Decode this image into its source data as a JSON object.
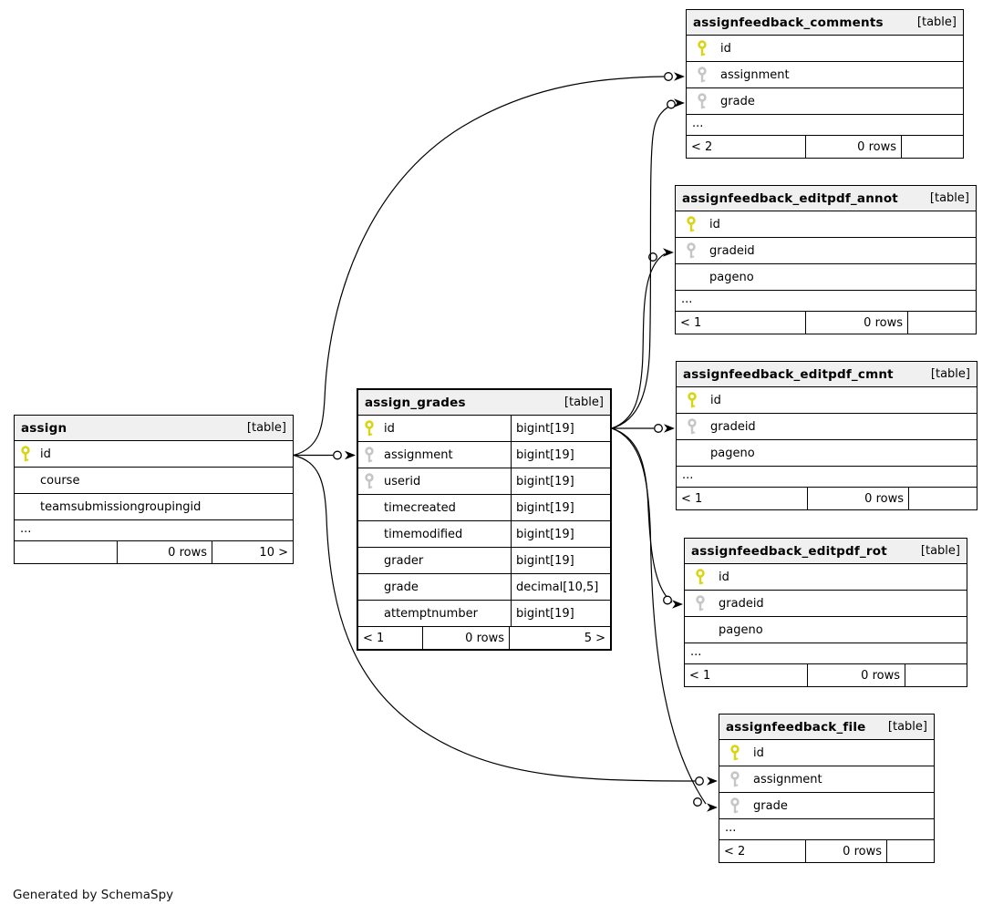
{
  "page": {
    "generator_note": "Generated by SchemaSpy",
    "colors": {
      "primary_key": "#d9d414",
      "foreign_key": "#c6c6c6",
      "table_header_bg": "#f0f0f0",
      "border": "#000000",
      "relationship_line": "#000000"
    }
  },
  "diagram": {
    "ellipsis_label": "...",
    "tables": [
      {
        "id": "assign",
        "name": "assign",
        "tag": "[table]",
        "emphasized": false,
        "has_ellipsis": true,
        "columns": [
          {
            "name": "id",
            "key": "pk"
          },
          {
            "name": "course",
            "key": null
          },
          {
            "name": "teamsubmissiongroupingid",
            "key": null
          }
        ],
        "footer": {
          "left": "",
          "center": "0 rows",
          "right": "10 >"
        }
      },
      {
        "id": "assign_grades",
        "name": "assign_grades",
        "tag": "[table]",
        "emphasized": true,
        "has_ellipsis": false,
        "columns": [
          {
            "name": "id",
            "key": "pk",
            "type": "bigint[19]"
          },
          {
            "name": "assignment",
            "key": "fk",
            "type": "bigint[19]"
          },
          {
            "name": "userid",
            "key": "fk",
            "type": "bigint[19]"
          },
          {
            "name": "timecreated",
            "key": null,
            "type": "bigint[19]"
          },
          {
            "name": "timemodified",
            "key": null,
            "type": "bigint[19]"
          },
          {
            "name": "grader",
            "key": null,
            "type": "bigint[19]"
          },
          {
            "name": "grade",
            "key": null,
            "type": "decimal[10,5]"
          },
          {
            "name": "attemptnumber",
            "key": null,
            "type": "bigint[19]"
          }
        ],
        "footer": {
          "left": "< 1",
          "center": "0 rows",
          "right": "5 >"
        }
      },
      {
        "id": "assignfeedback_comments",
        "name": "assignfeedback_comments",
        "tag": "[table]",
        "emphasized": false,
        "has_ellipsis": true,
        "columns": [
          {
            "name": "id",
            "key": "pk"
          },
          {
            "name": "assignment",
            "key": "fk"
          },
          {
            "name": "grade",
            "key": "fk"
          }
        ],
        "footer": {
          "left": "< 2",
          "center": "0 rows",
          "right": ""
        }
      },
      {
        "id": "assignfeedback_editpdf_annot",
        "name": "assignfeedback_editpdf_annot",
        "tag": "[table]",
        "emphasized": false,
        "has_ellipsis": true,
        "columns": [
          {
            "name": "id",
            "key": "pk"
          },
          {
            "name": "gradeid",
            "key": "fk"
          },
          {
            "name": "pageno",
            "key": null
          }
        ],
        "footer": {
          "left": "< 1",
          "center": "0 rows",
          "right": ""
        }
      },
      {
        "id": "assignfeedback_editpdf_cmnt",
        "name": "assignfeedback_editpdf_cmnt",
        "tag": "[table]",
        "emphasized": false,
        "has_ellipsis": true,
        "columns": [
          {
            "name": "id",
            "key": "pk"
          },
          {
            "name": "gradeid",
            "key": "fk"
          },
          {
            "name": "pageno",
            "key": null
          }
        ],
        "footer": {
          "left": "< 1",
          "center": "0 rows",
          "right": ""
        }
      },
      {
        "id": "assignfeedback_editpdf_rot",
        "name": "assignfeedback_editpdf_rot",
        "tag": "[table]",
        "emphasized": false,
        "has_ellipsis": true,
        "columns": [
          {
            "name": "id",
            "key": "pk"
          },
          {
            "name": "gradeid",
            "key": "fk"
          },
          {
            "name": "pageno",
            "key": null
          }
        ],
        "footer": {
          "left": "< 1",
          "center": "0 rows",
          "right": ""
        }
      },
      {
        "id": "assignfeedback_file",
        "name": "assignfeedback_file",
        "tag": "[table]",
        "emphasized": false,
        "has_ellipsis": true,
        "columns": [
          {
            "name": "id",
            "key": "pk"
          },
          {
            "name": "assignment",
            "key": "fk"
          },
          {
            "name": "grade",
            "key": "fk"
          }
        ],
        "footer": {
          "left": "< 2",
          "center": "0 rows",
          "right": ""
        }
      }
    ],
    "relationships": [
      {
        "from": "assign.id",
        "to": "assign_grades.assignment"
      },
      {
        "from": "assign.id",
        "to": "assignfeedback_comments.assignment"
      },
      {
        "from": "assign.id",
        "to": "assignfeedback_file.assignment"
      },
      {
        "from": "assign_grades.id",
        "to": "assignfeedback_editpdf_annot.gradeid"
      },
      {
        "from": "assign_grades.id",
        "to": "assignfeedback_editpdf_cmnt.gradeid"
      },
      {
        "from": "assign_grades.id",
        "to": "assignfeedback_comments.grade"
      },
      {
        "from": "assign_grades.id",
        "to": "assignfeedback_editpdf_rot.gradeid"
      },
      {
        "from": "assign_grades.id",
        "to": "assignfeedback_file.grade"
      }
    ]
  }
}
